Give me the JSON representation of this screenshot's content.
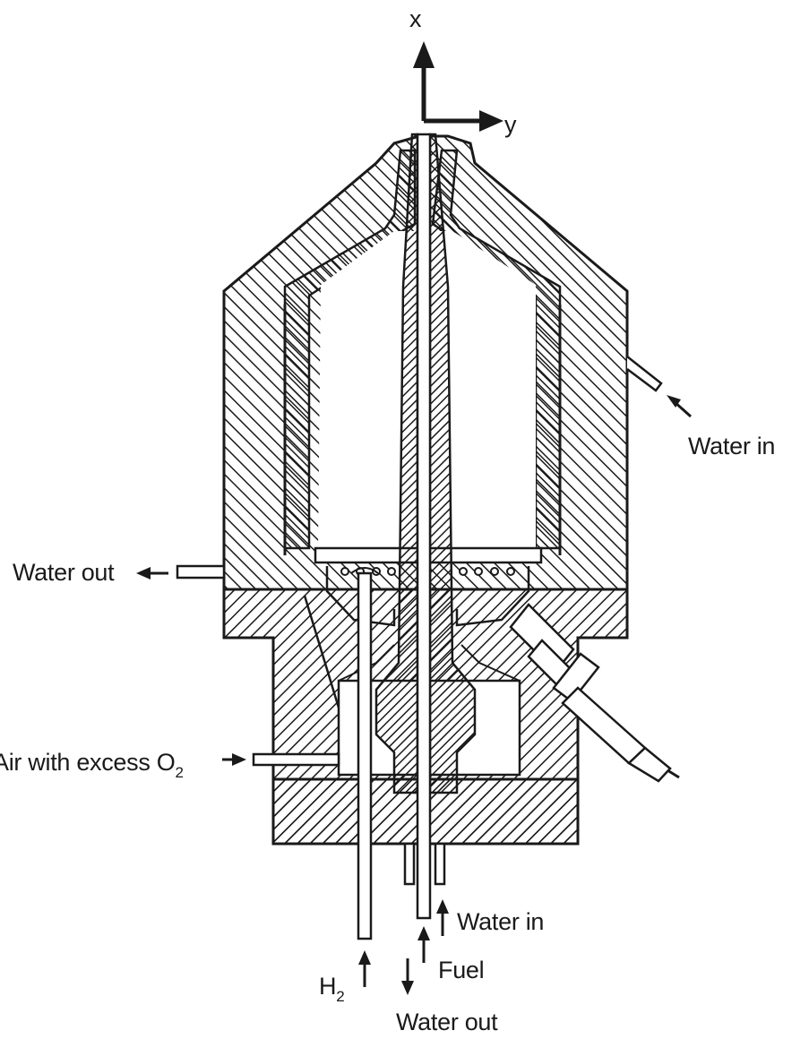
{
  "labels": {
    "axis_x": "x",
    "axis_y": "y",
    "water_in_right": "Water in",
    "water_out_left": "Water out",
    "air_with_excess": "Air with excess O",
    "air_sub": "2",
    "water_in_bottom": "Water in",
    "fuel": "Fuel",
    "h2": "H",
    "h2_sub": "2",
    "water_out_bottom": "Water out"
  }
}
